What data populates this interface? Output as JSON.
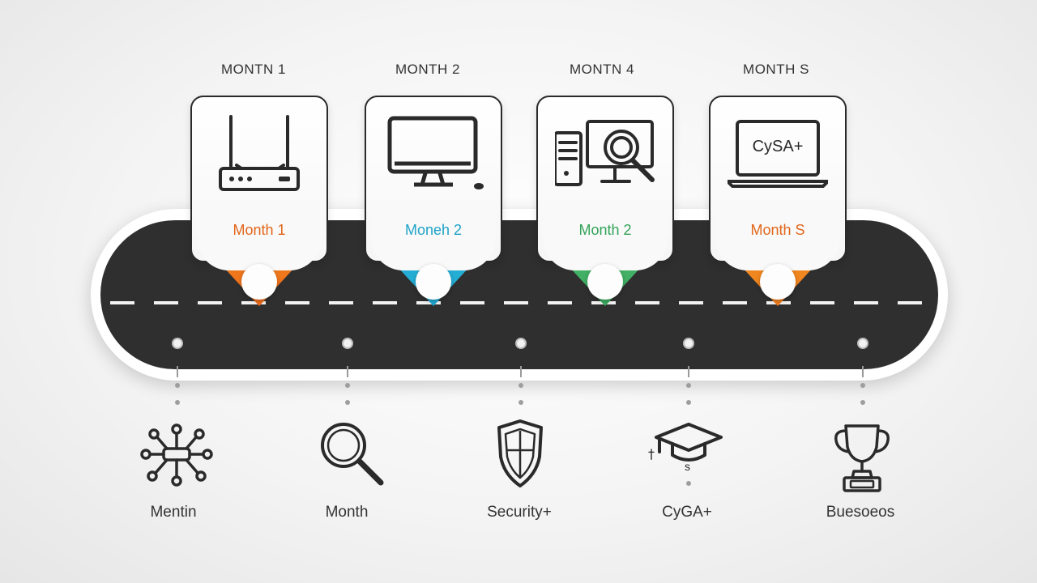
{
  "header_labels": [
    "MONTN  1",
    "MONTH  2",
    "MONTN  4",
    "MONTH  S"
  ],
  "cards": [
    {
      "name": "Month  1",
      "color": "#f07a1e",
      "text_color": "#e2661a",
      "icon": "router-icon"
    },
    {
      "name": "Moneh  2",
      "color": "#2ab3d6",
      "text_color": "#1ea3c8",
      "icon": "monitor-icon"
    },
    {
      "name": "Month  2",
      "color": "#4cb86a",
      "text_color": "#34a35a",
      "icon": "computer-search-icon"
    },
    {
      "name": "Month  S",
      "color": "#f08a1e",
      "text_color": "#e2661a",
      "icon": "laptop-icon",
      "screen_text": "CySA+"
    }
  ],
  "milestones": [
    {
      "label": "Mentin",
      "icon": "network-nodes-icon"
    },
    {
      "label": "Month",
      "icon": "magnifier-icon"
    },
    {
      "label": "Security+",
      "icon": "shield-icon"
    },
    {
      "label": "CyGA+",
      "icon": "graduation-cap-icon",
      "sub_marks": [
        "†",
        "s"
      ]
    },
    {
      "label": "Buesoeos",
      "icon": "trophy-icon"
    }
  ]
}
